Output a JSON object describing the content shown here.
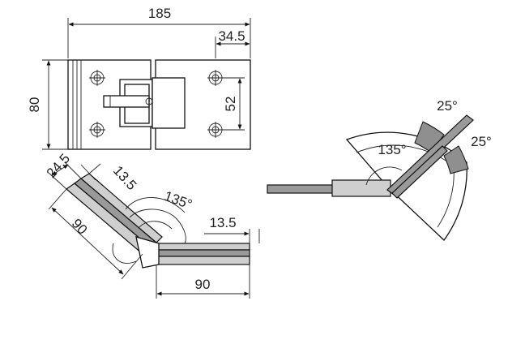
{
  "top_view": {
    "overall_width": "185",
    "offset_width": "34.5",
    "height": "80",
    "hole_spacing": "52"
  },
  "angled_view": {
    "offset": "24.5",
    "thickness_left": "13.5",
    "angle": "135°",
    "thickness_right": "13.5",
    "leg_left": "90",
    "leg_right": "90"
  },
  "range_view": {
    "angle_center": "135°",
    "angle_upper": "25°",
    "angle_right": "25°"
  }
}
